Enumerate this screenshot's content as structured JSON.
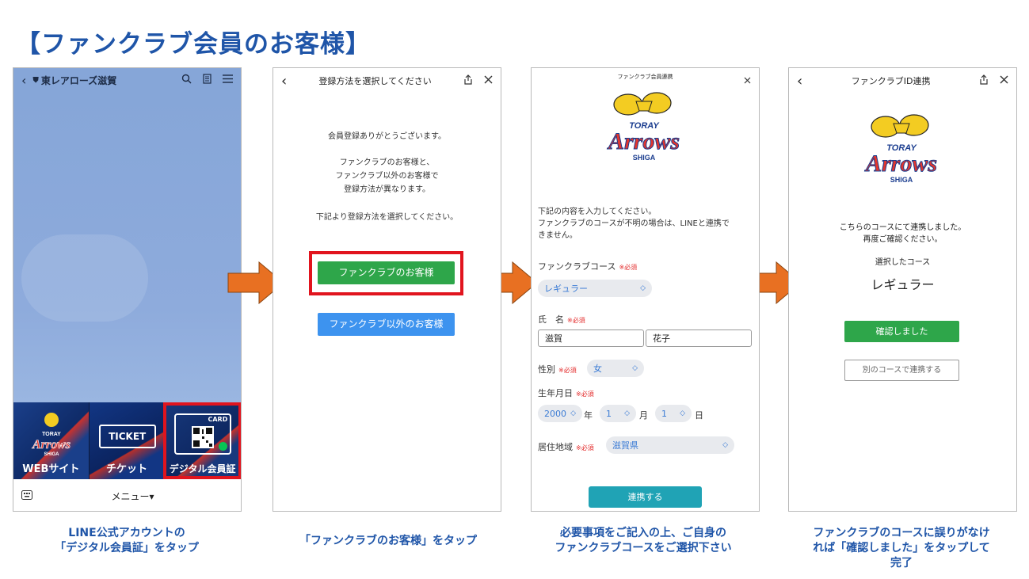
{
  "heading": "【ファンクラブ会員のお客様】",
  "screen1": {
    "account_name": "東レアローズ滋賀",
    "tiles": [
      {
        "label": "WEBサイト",
        "inner": "TORAY Arrows SHIGA"
      },
      {
        "label": "チケット",
        "inner": "TICKET"
      },
      {
        "label": "デジタル会員証",
        "inner": "CARD"
      }
    ],
    "menu_label": "メニュー▾"
  },
  "screen2": {
    "title": "登録方法を選択してください",
    "line1": "会員登録ありがとうございます。",
    "line2": "ファンクラブのお客様と、",
    "line3": "ファンクラブ以外のお客様で",
    "line4": "登録方法が異なります。",
    "line5": "下記より登録方法を選択してください。",
    "btn_fan": "ファンクラブのお客様",
    "btn_other": "ファンクラブ以外のお客様"
  },
  "screen3": {
    "title": "ファンクラブ会員連携",
    "logo_top": "TORAY",
    "logo_main": "Arrows",
    "logo_sub": "SHIGA",
    "intro1": "下記の内容を入力してください。",
    "intro2": "ファンクラブのコースが不明の場合は、LINEと連携で",
    "intro3": "きません。",
    "course_label": "ファンクラブコース",
    "required": "※必須",
    "course_value": "レギュラー",
    "name_label": "氏　名",
    "last_name": "滋賀",
    "first_name": "花子",
    "gender_label": "性別",
    "gender_value": "女",
    "birth_label": "生年月日",
    "year_value": "2000",
    "year_unit": "年",
    "month_value": "1",
    "month_unit": "月",
    "day_value": "1",
    "day_unit": "日",
    "region_label": "居住地域",
    "region_value": "滋賀県",
    "submit": "連携する"
  },
  "screen4": {
    "title": "ファンクラブID連携",
    "logo_top": "TORAY",
    "logo_main": "Arrows",
    "logo_sub": "SHIGA",
    "msg1": "こちらのコースにて連携しました。",
    "msg2": "再度ご確認ください。",
    "selected_label": "選択したコース",
    "selected_value": "レギュラー",
    "confirm": "確認しました",
    "other_course": "別のコースで連携する"
  },
  "captions": {
    "c1a": "LINE公式アカウントの",
    "c1b": "「デジタル会員証」をタップ",
    "c2": "「ファンクラブのお客様」をタップ",
    "c3a": "必要事項をご記入の上、ご自身の",
    "c3b": "ファンクラブコースをご選択下さい",
    "c4a": "ファンクラブのコースに誤りがなけ",
    "c4b": "れば「確認しました」をタップして",
    "c4c": "完了"
  },
  "colors": {
    "heading": "#1f55a8",
    "green": "#2ea64a",
    "blue_button": "#3d93ef",
    "teal_button": "#20a3b5",
    "highlight": "#e1141e",
    "arrow": "#e87022"
  }
}
